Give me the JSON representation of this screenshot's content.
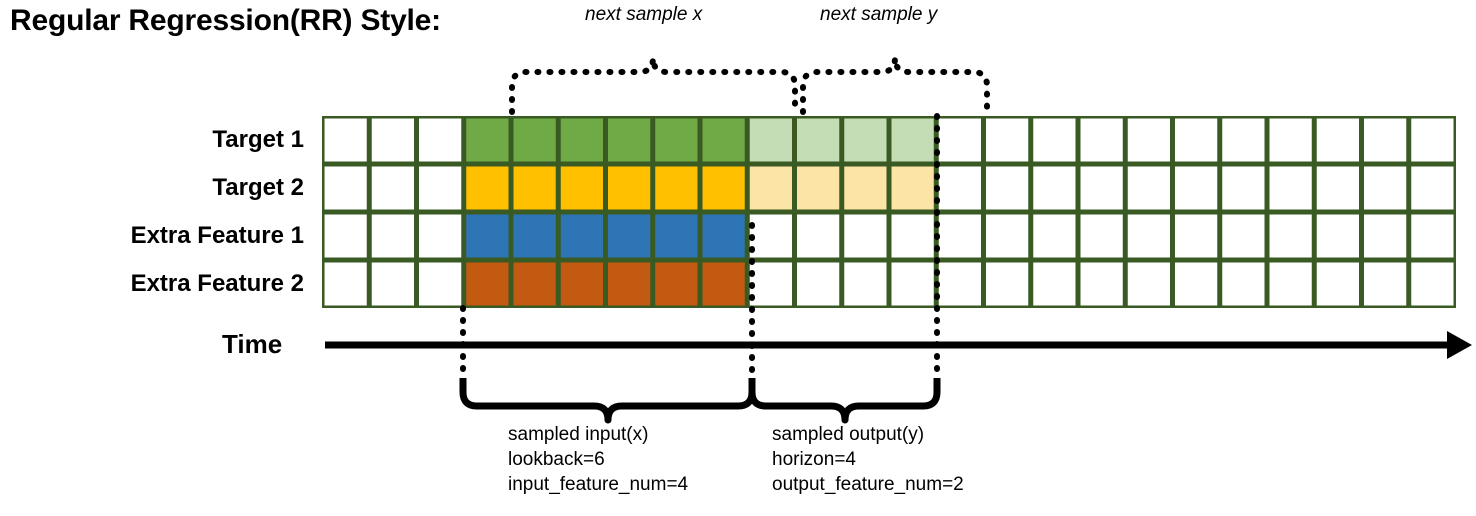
{
  "title": "Regular Regression(RR) Style:",
  "annotations": {
    "next_sample_x": "next sample x",
    "next_sample_y": "next sample y"
  },
  "rows": [
    {
      "label": "Target 1",
      "name": "target-1",
      "color": "#6FAA46",
      "faded_color": "#C5DDB4",
      "has_faded": true
    },
    {
      "label": "Target 2",
      "name": "target-2",
      "color": "#FFC000",
      "faded_color": "#FCE4A6",
      "has_faded": true
    },
    {
      "label": "Extra Feature 1",
      "name": "extra-feature-1",
      "color": "#2E75B6",
      "faded_color": "",
      "has_faded": false
    },
    {
      "label": "Extra Feature 2",
      "name": "extra-feature-2",
      "color": "#C25A12",
      "faded_color": "",
      "has_faded": false
    }
  ],
  "axis": {
    "label": "Time"
  },
  "grid": {
    "columns": 24,
    "solid_start_col": 4,
    "solid_span": 6,
    "faded_start_col": 10,
    "faded_span": 4,
    "border_color": "#3A5A23",
    "empty_color": "#FFFFFF"
  },
  "captions": {
    "input": {
      "line1": "sampled input(x)",
      "line2": "lookback=6",
      "line3": "input_feature_num=4"
    },
    "output": {
      "line1": "sampled output(y)",
      "line2": "horizon=4",
      "line3": "output_feature_num=2"
    }
  }
}
